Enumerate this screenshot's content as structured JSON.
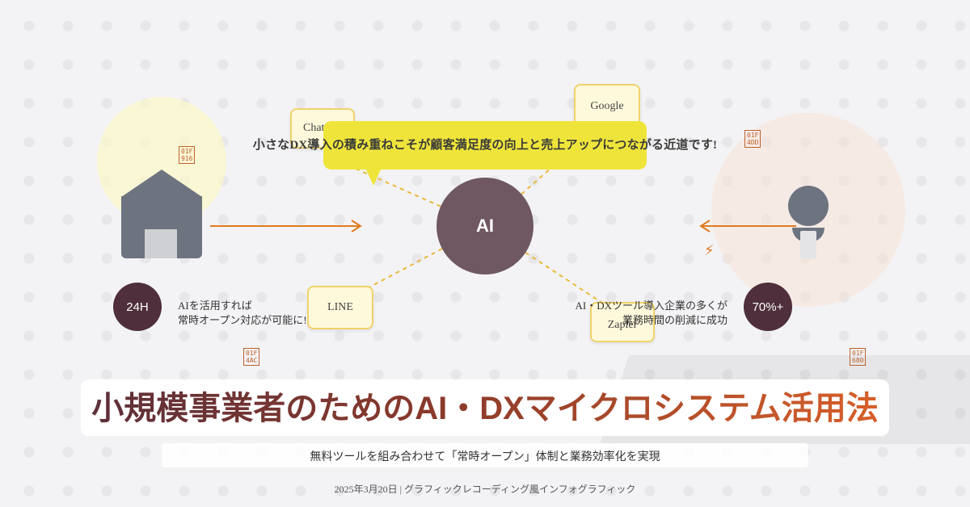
{
  "center": {
    "label": "AI"
  },
  "tools": {
    "chat": "Chat",
    "google": "Google",
    "line": "LINE",
    "zapier": "Zapier"
  },
  "speech_bubble": "小さなDX導入の積み重ねこそが顧客満足度の向上と売上アップにつながる近道です!",
  "left_badge": {
    "label": "24H",
    "text_line1": "AIを活用すれば",
    "text_line2": "常時オープン対応が可能に!"
  },
  "right_badge": {
    "label": "70%+",
    "text_line1": "AI・DXツール導入企業の多くが",
    "text_line2": "業務時間の削減に成功"
  },
  "emoji_codes": {
    "top_left": [
      "01F",
      "916"
    ],
    "top_right": [
      "01F",
      "4DD"
    ],
    "mid_left": [
      "01F",
      "4AC"
    ],
    "mid_right": [
      "01F",
      "680"
    ]
  },
  "bolt_symbol": "⚡",
  "colors": {
    "ai_circle": "#6f5862",
    "badge": "#4e2f3b",
    "bubble": "#efe53a",
    "arrow": "#e07a1f",
    "tool_border": "#f0d26b"
  },
  "title": "小規模事業者のためのAI・DXマイクロシステム活用法",
  "subtitle": "無料ツールを組み合わせて「常時オープン」体制と業務効率化を実現",
  "footer": "2025年3月20日 | グラフィックレコーディング風インフォグラフィック"
}
